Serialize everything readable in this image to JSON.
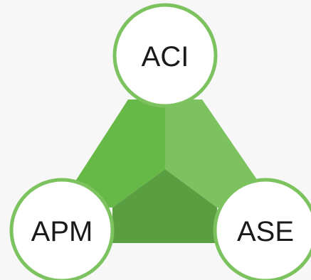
{
  "diagram": {
    "colors": {
      "background": "#f7f7f7",
      "node_fill": "#ffffff",
      "node_stroke": "#7cc35f",
      "facet_top_left": "#66b947",
      "facet_top_right": "#7cc35f",
      "facet_bottom": "#5a9e42"
    },
    "nodes": {
      "top": {
        "label": "ACI"
      },
      "bottom_left": {
        "label": "APM"
      },
      "bottom_right": {
        "label": "ASE"
      }
    }
  }
}
